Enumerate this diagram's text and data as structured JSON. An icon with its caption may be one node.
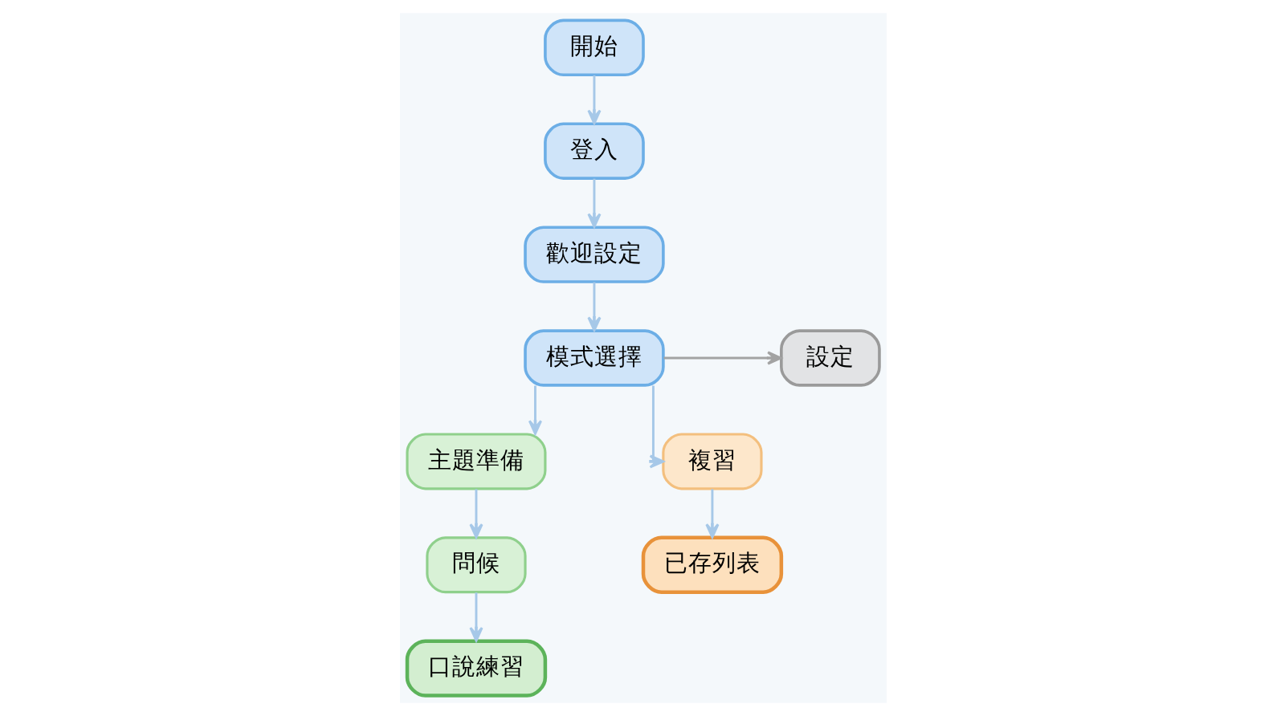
{
  "diagram": {
    "nodes": [
      {
        "text": [
          "開始"
        ]
      },
      {
        "text": [
          "登入"
        ]
      },
      {
        "text": [
          "歡迎設定"
        ]
      },
      {
        "text": [
          "設定"
        ]
      },
      {
        "text": [
          "模式選擇"
        ]
      },
      {
        "text": [
          "主題準備"
        ]
      },
      {
        "text": [
          "複習"
        ]
      },
      {
        "text": [
          "問候"
        ]
      },
      {
        "text": [
          "已存列表"
        ]
      },
      {
        "text": [
          "口說練習"
        ]
      }
    ],
    "edges": [
      {
        "from": 0,
        "to": 1,
        "arrow": "to"
      },
      {
        "from": 1,
        "to": 2,
        "arrow": "to"
      },
      {
        "from": 2,
        "to": 4,
        "arrow": "to"
      },
      {
        "from": 4,
        "to": 3,
        "arrow": "to",
        "color": "#a3a3a3"
      },
      {
        "from": 4,
        "to": 5,
        "arrow": "to"
      },
      {
        "from": 4,
        "to": 6,
        "arrow": "to"
      },
      {
        "from": 5,
        "to": 7,
        "arrow": "to"
      },
      {
        "from": 7,
        "to": 9,
        "arrow": "to"
      },
      {
        "from": 6,
        "to": 8,
        "arrow": "to"
      }
    ]
  }
}
